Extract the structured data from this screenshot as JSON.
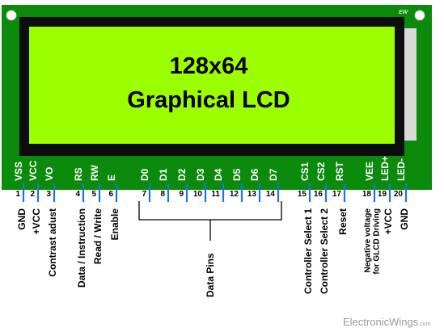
{
  "display": {
    "line1": "128x64",
    "line2": "Graphical LCD",
    "corner_mark": "EW"
  },
  "pins": [
    {
      "number": "1",
      "name": "VSS",
      "function": "GND"
    },
    {
      "number": "2",
      "name": "VCC",
      "function": "+VCC"
    },
    {
      "number": "3",
      "name": "VO",
      "function": "Contrast adust"
    },
    {
      "number": "4",
      "name": "RS",
      "function": "Data / Instruction"
    },
    {
      "number": "5",
      "name": "RW",
      "function": "Read / Write"
    },
    {
      "number": "6",
      "name": "E",
      "function": "Enable"
    },
    {
      "number": "7",
      "name": "D0",
      "function": ""
    },
    {
      "number": "8",
      "name": "D1",
      "function": ""
    },
    {
      "number": "9",
      "name": "D2",
      "function": ""
    },
    {
      "number": "10",
      "name": "D3",
      "function": ""
    },
    {
      "number": "11",
      "name": "D4",
      "function": ""
    },
    {
      "number": "12",
      "name": "D5",
      "function": ""
    },
    {
      "number": "13",
      "name": "D6",
      "function": ""
    },
    {
      "number": "14",
      "name": "D7",
      "function": ""
    },
    {
      "number": "15",
      "name": "CS1",
      "function": "Controller Select 1"
    },
    {
      "number": "16",
      "name": "CS2",
      "function": "Controller Select 2"
    },
    {
      "number": "17",
      "name": "RST",
      "function": "Reset"
    },
    {
      "number": "18",
      "name": "VEE",
      "function": "Negative voltage\nfor GLCD Driving"
    },
    {
      "number": "19",
      "name": "LED+",
      "function": "+VCC"
    },
    {
      "number": "20",
      "name": "LED-",
      "function": "GND"
    }
  ],
  "data_pins_group_label": "Data Pins",
  "watermark": {
    "brand": "ElectronicWings",
    "suffix": ".com"
  },
  "colors": {
    "pcb": "#0c8a0c",
    "bezel": "#0d0d0d",
    "lcd_screen": "#9cff00",
    "lead": "#1a73e8",
    "text": "#000000"
  }
}
